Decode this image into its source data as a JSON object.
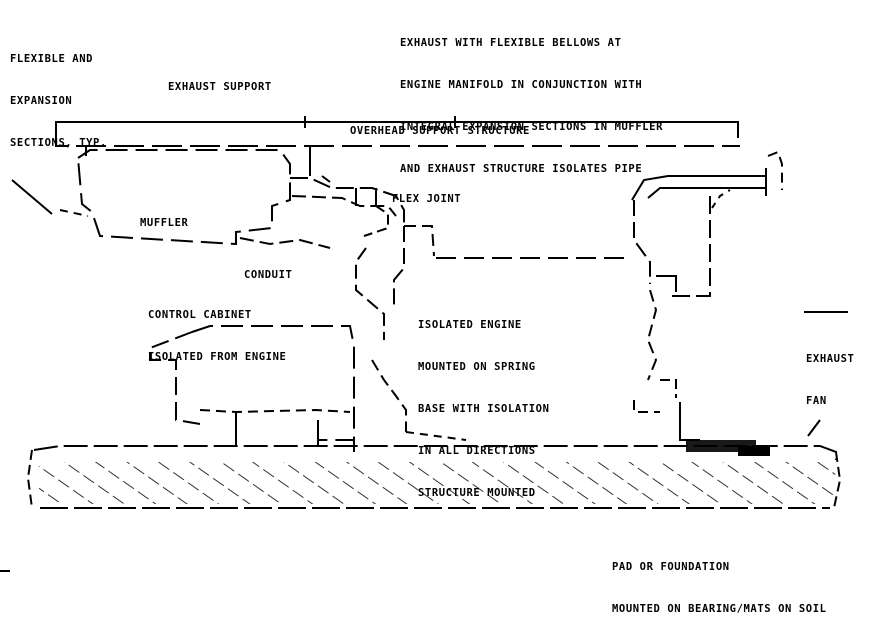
{
  "labels": {
    "flexible_exhaust": [
      "FLEXIBLE AND",
      "EXPANSION",
      "SECTIONS, TYP."
    ],
    "exhaust_support": "EXHAUST SUPPORT",
    "top_note": [
      "EXHAUST WITH FLEXIBLE BELLOWS AT",
      "ENGINE MANIFOLD IN CONJUNCTION WITH",
      "INTEGRAL EXPANSION SECTIONS IN MUFFLER",
      "AND EXHAUST STRUCTURE ISOLATES PIPE"
    ],
    "overhead_support": "OVERHEAD SUPPORT STRUCTURE",
    "muffler": "MUFFLER",
    "flex_joint": "FLEX JOINT",
    "conduit": "CONDUIT",
    "control_cabinet": [
      "CONTROL CABINET",
      "ISOLATED FROM ENGINE"
    ],
    "isolated_note": [
      "ISOLATED ENGINE",
      "MOUNTED ON SPRING",
      "BASE WITH ISOLATION",
      "IN ALL DIRECTIONS",
      "STRUCTURE MOUNTED"
    ],
    "exhaust_fan": [
      "EXHAUST",
      "FAN"
    ],
    "foundation_note": [
      "PAD OR FOUNDATION",
      "MOUNTED ON BEARING/MATS ON SOIL"
    ]
  }
}
